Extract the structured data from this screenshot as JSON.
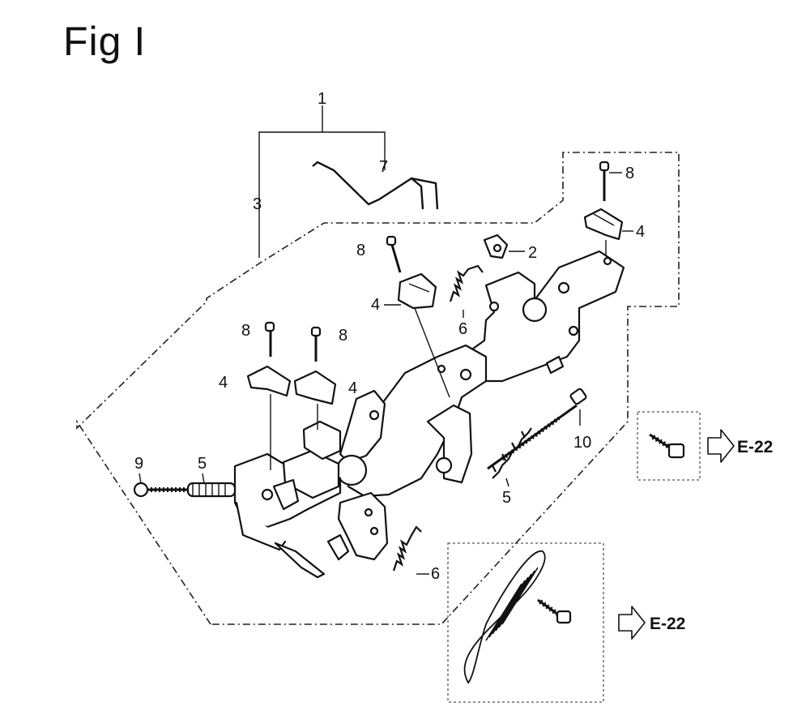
{
  "title": "Fig I",
  "callouts": {
    "c1": "1",
    "c2": "2",
    "c3": "3",
    "c4a": "4",
    "c4b": "4",
    "c4c": "4",
    "c4d": "4",
    "c5a": "5",
    "c5b": "5",
    "c6a": "6",
    "c6b": "6",
    "c7": "7",
    "c8a": "8",
    "c8b": "8",
    "c8c": "8",
    "c8d": "8",
    "c9": "9",
    "c10": "10"
  },
  "references": {
    "ref_bolt": "E-22",
    "ref_spring": "E-22"
  },
  "icons": {
    "ref_arrow": "right-outline-arrow-icon"
  }
}
